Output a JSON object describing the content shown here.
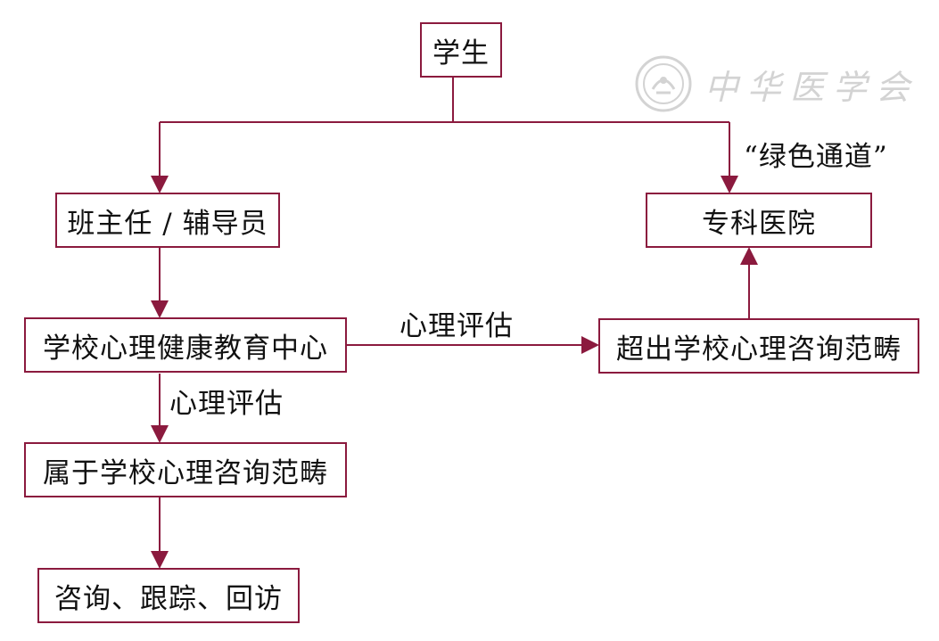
{
  "nodes": {
    "student": "学生",
    "teacher": "班主任 / 辅导员",
    "hospital": "专科医院",
    "center": "学校心理健康教育中心",
    "beyond": "超出学校心理咨询范畴",
    "within": "属于学校心理咨询范畴",
    "followup": "咨询、跟踪、回访"
  },
  "edge_labels": {
    "green_channel": "“绿色通道”",
    "assessment_right": "心理评估",
    "assessment_down": "心理评估"
  },
  "watermark": {
    "text": "中华医学会",
    "icon": "society-seal-icon"
  },
  "colors": {
    "line": "#8b1a3e",
    "text": "#111111",
    "watermark": "#b0b0b0"
  }
}
